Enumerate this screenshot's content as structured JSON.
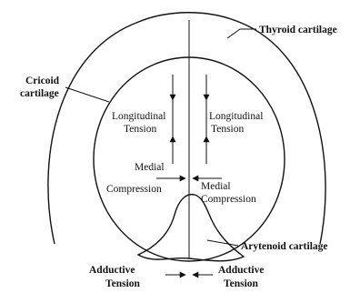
{
  "labels": {
    "thyroid": "Thyroid cartilage",
    "cricoid_line1": "Cricoid",
    "cricoid_line2": "cartilage",
    "long_left_line1": "Longitudinal",
    "long_left_line2": "Tension",
    "long_right_line1": "Longitudinal",
    "long_right_line2": "Tension",
    "medial_left_line1": "Medial",
    "medial_left_line2": "Compression",
    "medial_right_line1": "Medial",
    "medial_right_line2": "Compression",
    "arytenoid": "Arytenoid cartilage",
    "adductive_left_line1": "Adductive",
    "adductive_left_line2": "Tension",
    "adductive_right_line1": "Adductive",
    "adductive_right_line2": "Tension"
  }
}
